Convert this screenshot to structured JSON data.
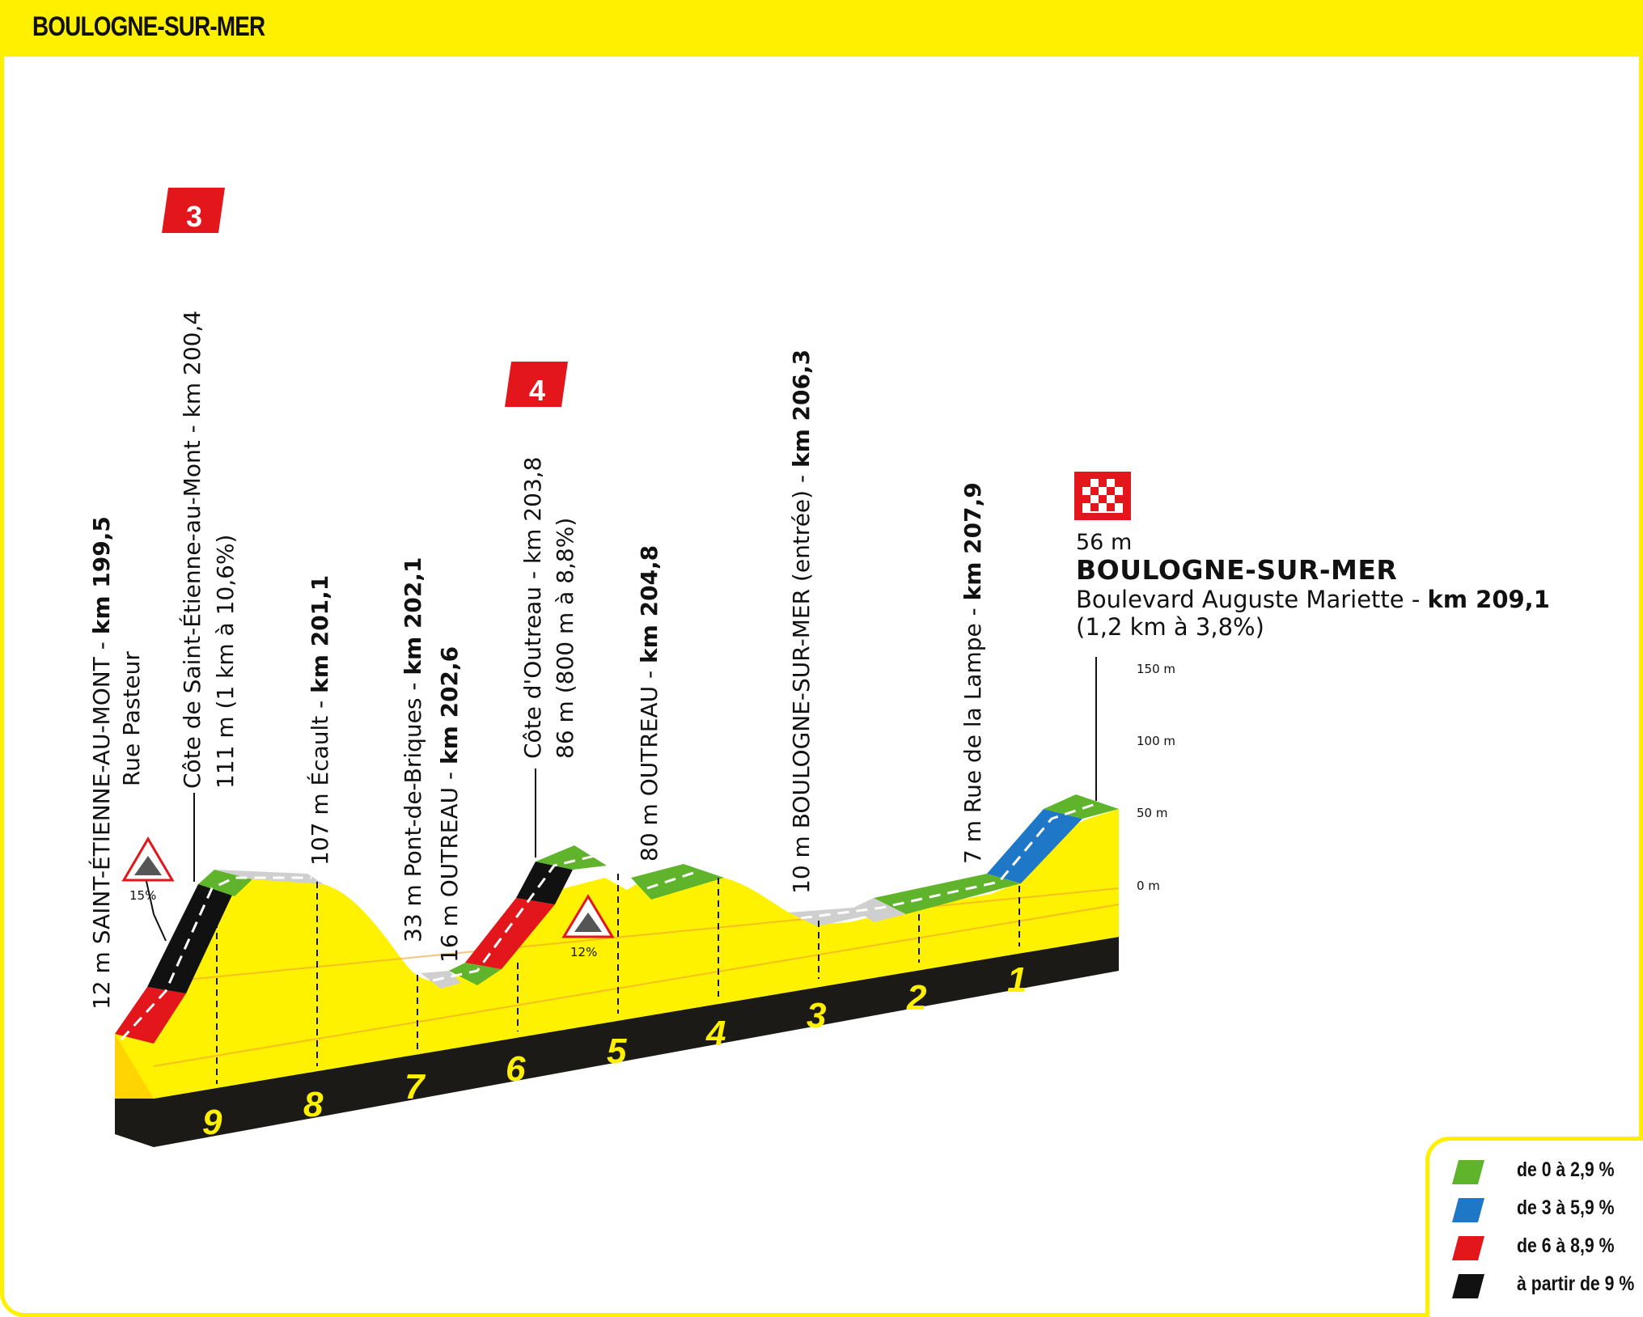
{
  "header": {
    "title": "BOULOGNE-SUR-MER"
  },
  "colors": {
    "banner": "#fff000",
    "profile_fill": "#fff200",
    "base": "#1c1a17",
    "gentle": "#5fb42c",
    "moderate": "#1f77c8",
    "steep": "#e3161b",
    "very_steep": "#111111",
    "flat": "#cfcfcf"
  },
  "distance_markers": [
    "9",
    "8",
    "7",
    "6",
    "5",
    "4",
    "3",
    "2",
    "1"
  ],
  "altitude_axis": [
    "150 m",
    "100 m",
    "50 m",
    "0 m"
  ],
  "climb_categories": [
    {
      "category": "3",
      "climb": "Côte de Saint-Étienne-au-Mont"
    },
    {
      "category": "4",
      "climb": "Côte d'Outreau"
    }
  ],
  "gradient_badges": [
    "15%",
    "12%"
  ],
  "waypoints": [
    {
      "line1_plain": "12 m SAINT-ÉTIENNE-AU-MONT - ",
      "line1_bold": "km 199,5",
      "line2": "Rue Pasteur"
    },
    {
      "line1_plain": "",
      "line1_bold": "Côte de Saint-Étienne-au-Mont - km 200,4",
      "line2": "111 m (1 km à 10,6%)"
    },
    {
      "line1_plain": "107 m Écault - ",
      "line1_bold": "km 201,1",
      "line2": ""
    },
    {
      "line1_plain": "33 m Pont-de-Briques - ",
      "line1_bold": "km 202,1",
      "line2": ""
    },
    {
      "line1_plain": "16 m OUTREAU - ",
      "line1_bold": "km 202,6",
      "line2": ""
    },
    {
      "line1_plain": "",
      "line1_bold": "Côte d'Outreau - km 203,8",
      "line2": "86 m (800 m à 8,8%)"
    },
    {
      "line1_plain": "80 m OUTREAU - ",
      "line1_bold": "km 204,8",
      "line2": ""
    },
    {
      "line1_plain": "10 m BOULOGNE-SUR-MER (entrée) - ",
      "line1_bold": "km 206,3",
      "line2": ""
    },
    {
      "line1_plain": "7 m Rue de la Lampe - ",
      "line1_bold": "km 207,9",
      "line2": ""
    }
  ],
  "finish": {
    "altitude": "56 m",
    "name": "BOULOGNE-SUR-MER",
    "place_plain": "Boulevard Auguste Mariette - ",
    "place_bold": "km 209,1",
    "climb": "(1,2 km à 3,8%)"
  },
  "legend": [
    {
      "label": "de 0 à 2,9 %",
      "color": "#5fb42c"
    },
    {
      "label": "de 3 à 5,9 %",
      "color": "#1f77c8"
    },
    {
      "label": "de 6 à 8,9 %",
      "color": "#e3161b"
    },
    {
      "label": "à partir de 9 %",
      "color": "#111111"
    }
  ]
}
